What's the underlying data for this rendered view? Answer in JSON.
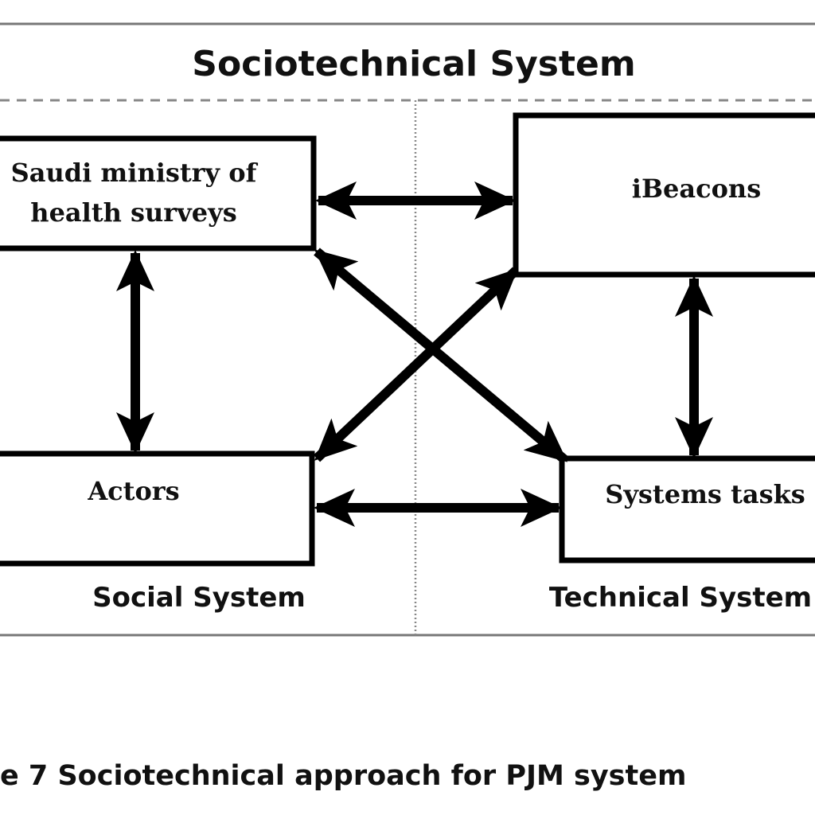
{
  "diagram": {
    "title": "Sociotechnical System",
    "social_label": "Social System",
    "technical_label": "Technical System",
    "boxes": {
      "saudi_line1": "Saudi ministry of",
      "saudi_line2": "health surveys",
      "ibeacons": "iBeacons",
      "actors": "Actors",
      "systems_tasks": "Systems tasks"
    },
    "connections": [
      {
        "from": "Saudi ministry of health surveys",
        "to": "iBeacons",
        "direction": "both"
      },
      {
        "from": "Saudi ministry of health surveys",
        "to": "Actors",
        "direction": "both"
      },
      {
        "from": "Saudi ministry of health surveys",
        "to": "Systems tasks",
        "direction": "both"
      },
      {
        "from": "iBeacons",
        "to": "Actors",
        "direction": "both"
      },
      {
        "from": "iBeacons",
        "to": "Systems tasks",
        "direction": "both"
      },
      {
        "from": "Actors",
        "to": "Systems tasks",
        "direction": "both"
      }
    ]
  },
  "caption": "e 7 Sociotechnical  approach  for PJM system"
}
